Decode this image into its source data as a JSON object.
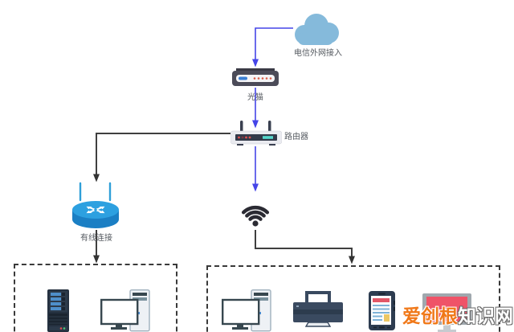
{
  "nodes": {
    "cloud": {
      "label": "电信外网接入",
      "icon": "cloud-icon"
    },
    "modem": {
      "label": "光猫",
      "icon": "modem-icon"
    },
    "router": {
      "label": "路由器",
      "icon": "router-icon"
    },
    "wired_switch": {
      "label": "有线连接",
      "icon": "switch-icon"
    },
    "wifi": {
      "label": "",
      "icon": "wifi-icon"
    }
  },
  "groups": {
    "wired_lan": {
      "devices": [
        "server",
        "desktop-pc"
      ]
    },
    "wireless_lan": {
      "devices": [
        "desktop-pc",
        "printer",
        "tablet",
        "monitor"
      ]
    }
  },
  "edges": [
    {
      "from": "cloud",
      "to": "modem",
      "color": "#4545e8",
      "style": "solid-arrow"
    },
    {
      "from": "modem",
      "to": "router",
      "color": "#4545e8",
      "style": "solid-arrow"
    },
    {
      "from": "router",
      "to": "wifi",
      "color": "#4545e8",
      "style": "solid-arrow"
    },
    {
      "from": "router",
      "to": "wired_switch",
      "color": "#3f3f3f",
      "style": "solid-arrow"
    },
    {
      "from": "wired_switch",
      "to": "wired_lan",
      "color": "#3f3f3f",
      "style": "solid-arrow"
    },
    {
      "from": "wifi",
      "to": "wireless_lan",
      "color": "#3f3f3f",
      "style": "solid-arrow"
    }
  ],
  "watermark": {
    "part_orange": "爱创根",
    "part_white": "知识网"
  },
  "colors": {
    "arrow_blue": "#4545e8",
    "line_dark": "#3f3f3f",
    "cloud_blue": "#85badb",
    "device_navy": "#34455e",
    "switch_blue": "#1b7fc4",
    "watermark_orange": "#f07818",
    "monitor_screen_red": "#ef5368",
    "dashed_box_border": "#3a3a3a"
  }
}
